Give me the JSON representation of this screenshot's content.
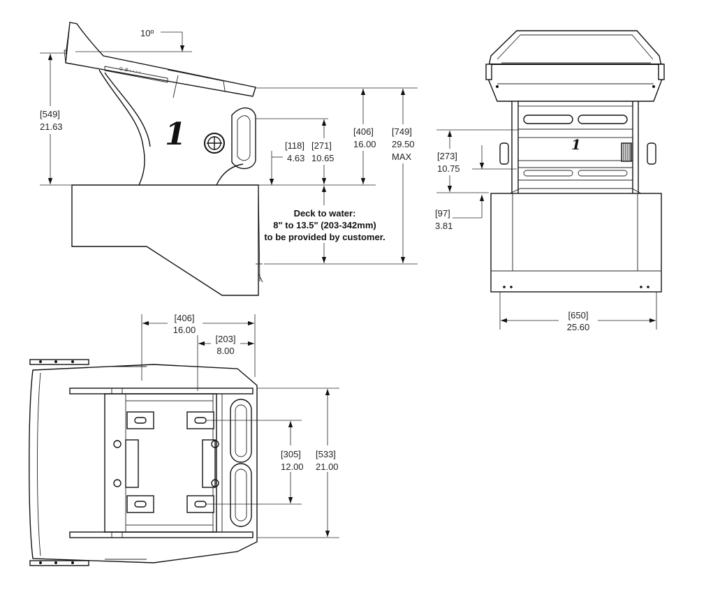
{
  "side_view": {
    "angle": "10º",
    "dim_549": {
      "mm": "[549]",
      "in": "21.63"
    },
    "dim_118": {
      "mm": "[118]",
      "in": "4.63"
    },
    "dim_271": {
      "mm": "[271]",
      "in": "10.65"
    },
    "dim_406": {
      "mm": "[406]",
      "in": "16.00"
    },
    "dim_749": {
      "mm": "[749]",
      "in": "29.50",
      "note": "MAX"
    },
    "note_lines": [
      "Deck to water:",
      "8\" to 13.5\"  (203-342mm)",
      "to be provided by customer."
    ],
    "plate_number": "1"
  },
  "front_view": {
    "dim_273": {
      "mm": "[273]",
      "in": "10.75"
    },
    "dim_97": {
      "mm": "[97]",
      "in": "3.81"
    },
    "dim_650": {
      "mm": "[650]",
      "in": "25.60"
    },
    "plate_number": "1"
  },
  "top_view": {
    "dim_406": {
      "mm": "[406]",
      "in": "16.00"
    },
    "dim_203": {
      "mm": "[203]",
      "in": "8.00"
    },
    "dim_305": {
      "mm": "[305]",
      "in": "12.00"
    },
    "dim_533": {
      "mm": "[533]",
      "in": "21.00"
    }
  }
}
